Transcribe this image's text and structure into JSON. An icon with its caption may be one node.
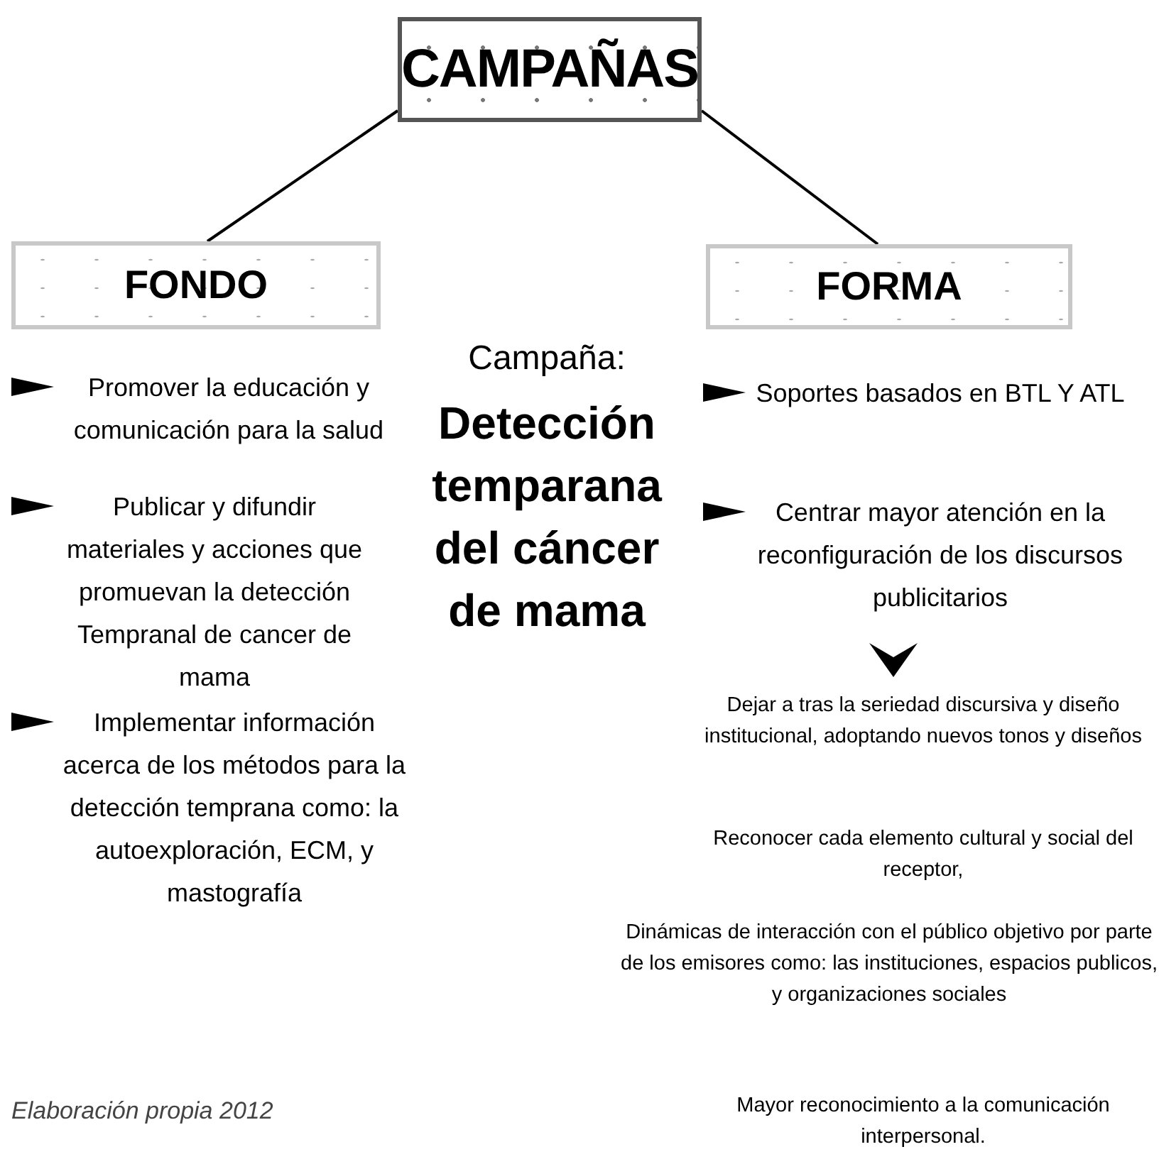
{
  "diagram": {
    "caption": "Elaboración propia 2012",
    "nodes": [
      {
        "text": [
          "CAMPAÑAS"
        ]
      },
      {
        "text": [
          "FONDO"
        ]
      },
      {
        "text": [
          "FORMA"
        ]
      }
    ],
    "edges": [
      {
        "from": 0,
        "to": 1,
        "arrow": "none"
      },
      {
        "from": 0,
        "to": 2,
        "arrow": "none"
      }
    ],
    "labels": [
      "Promover la educación y comunicación para la salud",
      "Publicar y difundir materiales y acciones que promuevan  la detección Tempranal de cancer de mama",
      "Implementar información acerca de los métodos para la detección temprana como: la autoexploración, ECM, y mastografía",
      "Campaña:",
      "Detección temparana del cáncer de mama",
      "Soportes basados en BTL Y ATL",
      "Centrar mayor atención en la reconfiguración de los discursos publicitarios",
      "Dejar a tras la seriedad discursiva y diseño institucional, adoptando nuevos tonos y diseños",
      "Reconocer cada elemento cultural y social del receptor,",
      "Dinámicas de interacción con el público objetivo por parte de los emisores como: las instituciones, espacios publicos, y  organizaciones sociales",
      "Mayor  reconocimiento a la comunicación interpersonal."
    ]
  }
}
